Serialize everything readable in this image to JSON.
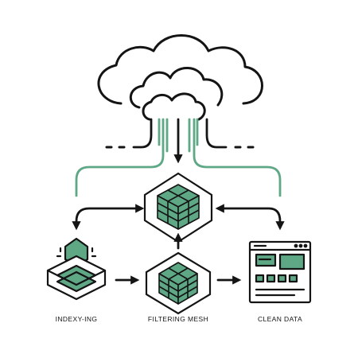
{
  "labels": {
    "indexing": "INDEXY-ING",
    "filtering": "FILTERING MESH",
    "clean": "CLEAN DATA"
  },
  "colors": {
    "stroke": "#141414",
    "accent": "#5ea886",
    "background": "#ffffff"
  },
  "icons": {
    "cloud": "cloud-icon",
    "cube_hub": "cube-icon",
    "indexing": "layer-stack-icon",
    "filter": "cube-icon",
    "clean": "browser-window-icon"
  }
}
